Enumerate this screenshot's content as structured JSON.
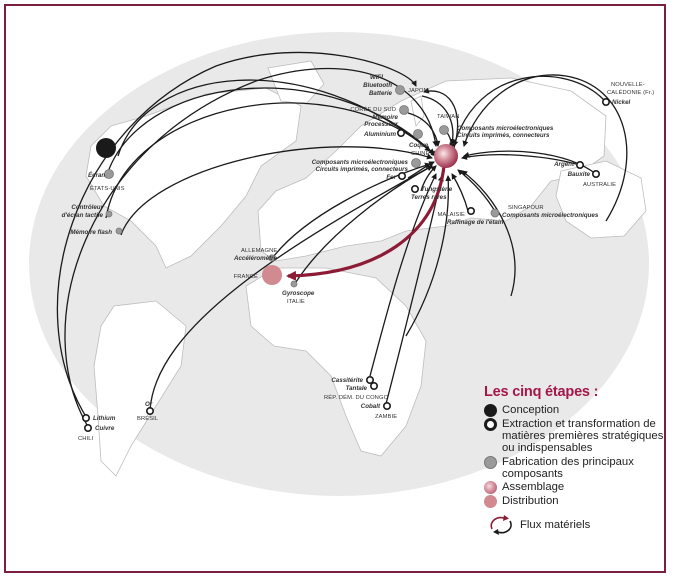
{
  "legend": {
    "title": "Les cinq étapes :",
    "items": [
      {
        "label": "Conception"
      },
      {
        "label": "Extraction et transformation de matières premières stratégiques ou indispensables"
      },
      {
        "label": "Fabrication des principaux composants"
      },
      {
        "label": "Assemblage"
      },
      {
        "label": "Distribution"
      }
    ],
    "flux_label": "Flux matériels"
  },
  "colors": {
    "frame": "#7a1f3d",
    "legend_title": "#a4174a",
    "distribution_arrow": "#8c1c36",
    "flow_arrow": "#1a1a1a"
  },
  "labels": {
    "wifi": "WIFI",
    "bluetooth": "Bluetooth",
    "batterie": "Batterie",
    "japon": "JAPON",
    "coree": "CORÉE DU SUD",
    "memoire": "Mémoire",
    "processeur": "Processeur",
    "taiwan": "TAIWAN",
    "comp_tw1": "Composants microélectroniques",
    "comp_tw2": "Circuits imprimés, connecteurs",
    "aluminium": "Aluminium",
    "coque": "Coque",
    "chine": "CHINE",
    "comp_cn1": "Composants microélectroniques",
    "comp_cn2": "Circuits imprimés, connecteurs",
    "fer": "Fer",
    "tungstene": "Tungstène",
    "terres_rares": "Terres rares",
    "nouvelle_cal1": "NOUVELLE-",
    "nouvelle_cal2": "CALÉDONIE (Fr.)",
    "nickel": "Nickel",
    "argent": "Argent",
    "bauxite": "Bauxite",
    "australie": "AUSTRALIE",
    "malaisie": "MALAISIE",
    "raffinage": "Raffinage de l'étain",
    "singapour": "SINGAPOUR",
    "comp_sg": "Composants microélectroniques",
    "ecran": "Écran",
    "etats_unis": "ÉTATS-UNIS",
    "controleur1": "Contrôleur",
    "controleur2": "d'écran tactile",
    "memoire_flash": "Mémoire flash",
    "allemagne": "ALLEMAGNE",
    "accelerometre": "Accéléromètre",
    "france": "FRANCE",
    "gyroscope": "Gyroscope",
    "italie": "ITALIE",
    "cassiterite": "Cassitérite",
    "tantale": "Tantale",
    "rdc": "RÉP. DÉM. DU CONGO",
    "cobalt": "Cobalt",
    "zambie": "ZAMBIE",
    "lithium": "Lithium",
    "cuivre": "Cuivre",
    "chili": "CHILI",
    "or": "Or",
    "bresil": "BRÉSIL"
  }
}
